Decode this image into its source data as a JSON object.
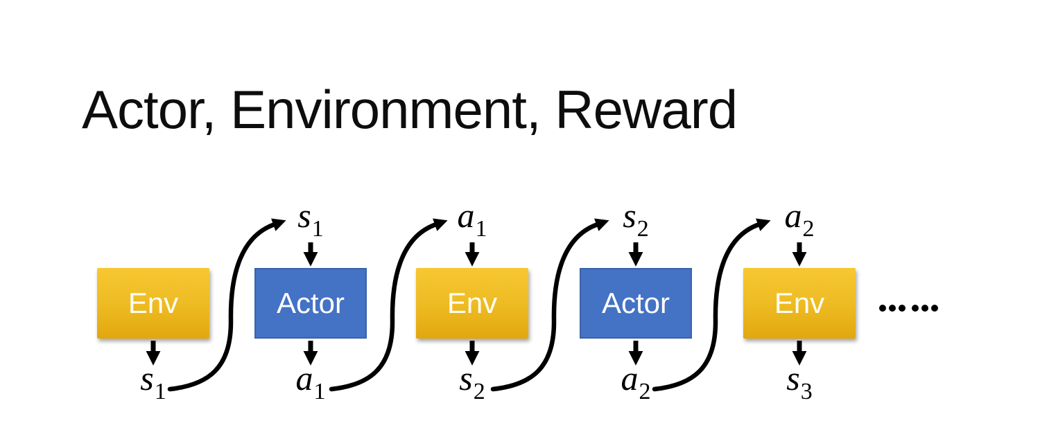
{
  "slide": {
    "title": "Actor, Environment, Reward",
    "background": "#ffffff"
  },
  "colors": {
    "env_fill_top": "#F7C832",
    "env_fill_bottom": "#E2A70E",
    "env_text": "#FFFDF2",
    "actor_fill": "#4472C4",
    "actor_border": "#3A62AA",
    "actor_text": "#FFFFFF",
    "arrow": "#000000",
    "title_text": "#0D0D0D"
  },
  "diagram": {
    "boxes": [
      {
        "label": "Env",
        "type": "env"
      },
      {
        "label": "Actor",
        "type": "actor"
      },
      {
        "label": "Env",
        "type": "env"
      },
      {
        "label": "Actor",
        "type": "actor"
      },
      {
        "label": "Env",
        "type": "env"
      }
    ],
    "top_labels": [
      {
        "base": "s",
        "sub": "1"
      },
      {
        "base": "a",
        "sub": "1"
      },
      {
        "base": "s",
        "sub": "2"
      },
      {
        "base": "a",
        "sub": "2"
      }
    ],
    "bottom_labels": [
      {
        "base": "s",
        "sub": "1"
      },
      {
        "base": "a",
        "sub": "1"
      },
      {
        "base": "s",
        "sub": "2"
      },
      {
        "base": "a",
        "sub": "2"
      },
      {
        "base": "s",
        "sub": "3"
      }
    ],
    "ellipsis": {
      "text": "……",
      "dot_count": 6
    }
  }
}
